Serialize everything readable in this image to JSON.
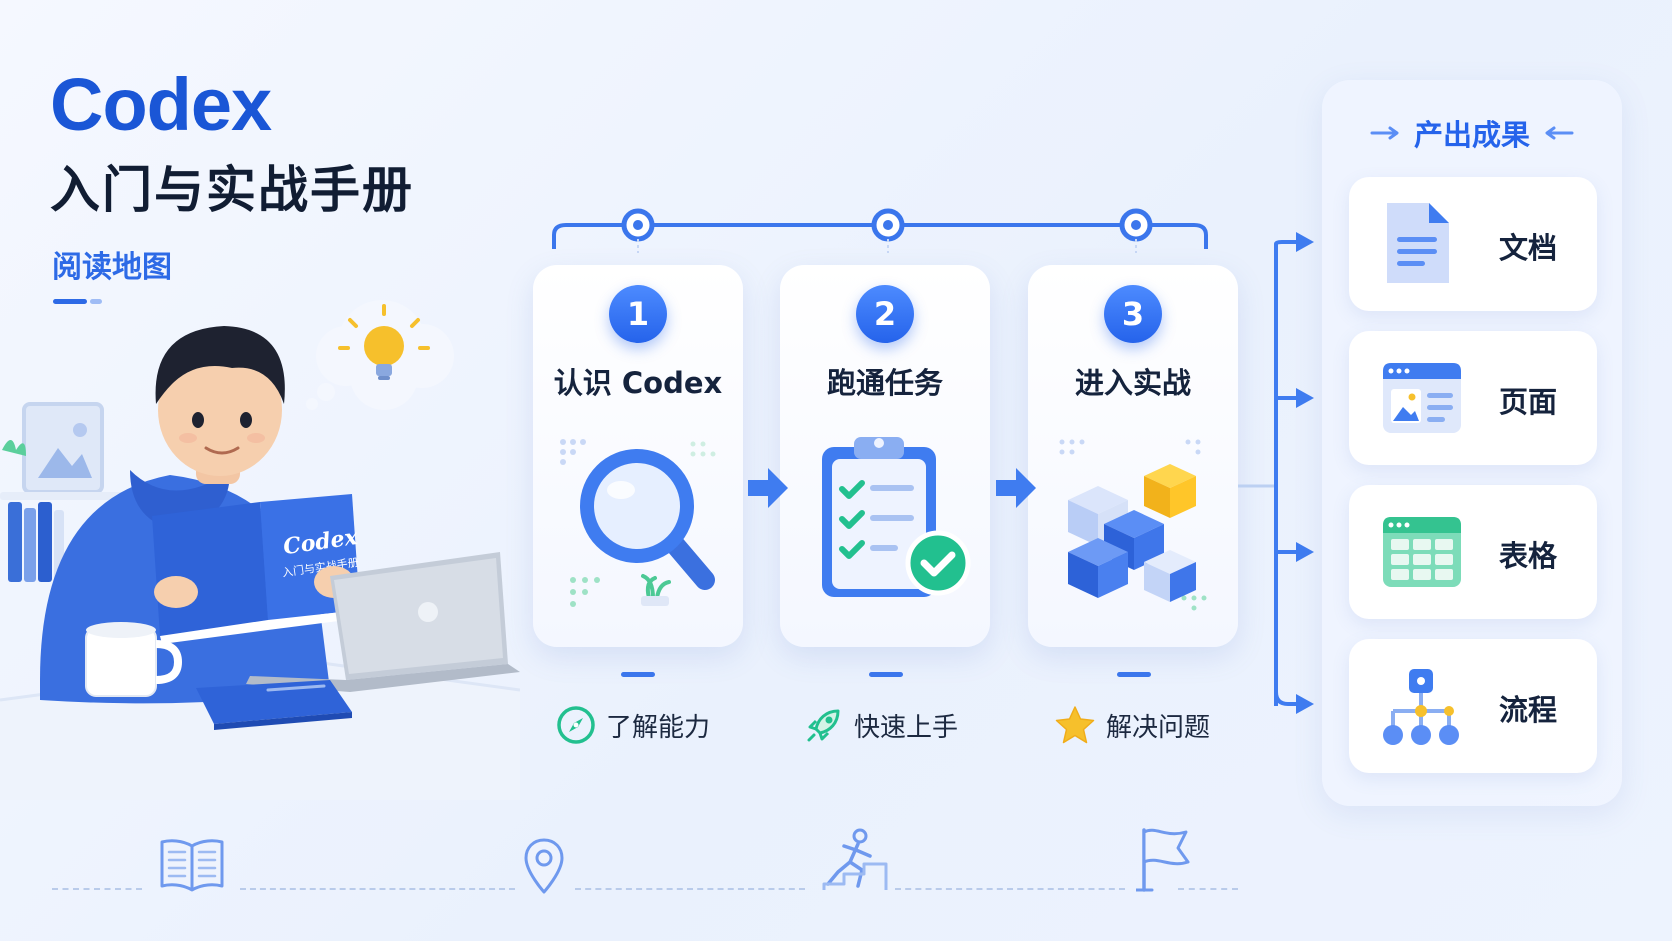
{
  "header": {
    "title_en": "Codex",
    "title_cn": "入门与实战手册",
    "subtitle": "阅读地图"
  },
  "book_cover": {
    "title": "Codex",
    "subtitle": "入门与实战手册"
  },
  "steps": [
    {
      "number": "1",
      "title": "认识 Codex",
      "icon": "magnifier-icon",
      "feature": "了解能力",
      "feature_icon": "compass-icon"
    },
    {
      "number": "2",
      "title": "跑通任务",
      "icon": "clipboard-check-icon",
      "feature": "快速上手",
      "feature_icon": "rocket-icon"
    },
    {
      "number": "3",
      "title": "进入实战",
      "icon": "cubes-icon",
      "feature": "解决问题",
      "feature_icon": "star-icon"
    }
  ],
  "outputs": {
    "title": "产出成果",
    "items": [
      {
        "label": "文档",
        "icon": "document-icon"
      },
      {
        "label": "页面",
        "icon": "webpage-icon"
      },
      {
        "label": "表格",
        "icon": "spreadsheet-icon"
      },
      {
        "label": "流程",
        "icon": "flowchart-icon"
      }
    ]
  },
  "bottom_icons": [
    "open-book-icon",
    "location-pin-icon",
    "climbing-person-icon",
    "flag-icon"
  ],
  "colors": {
    "brand_blue": "#2563eb",
    "title_dark": "#111d33",
    "accent_green": "#22c08f",
    "accent_yellow": "#f6c02c"
  }
}
